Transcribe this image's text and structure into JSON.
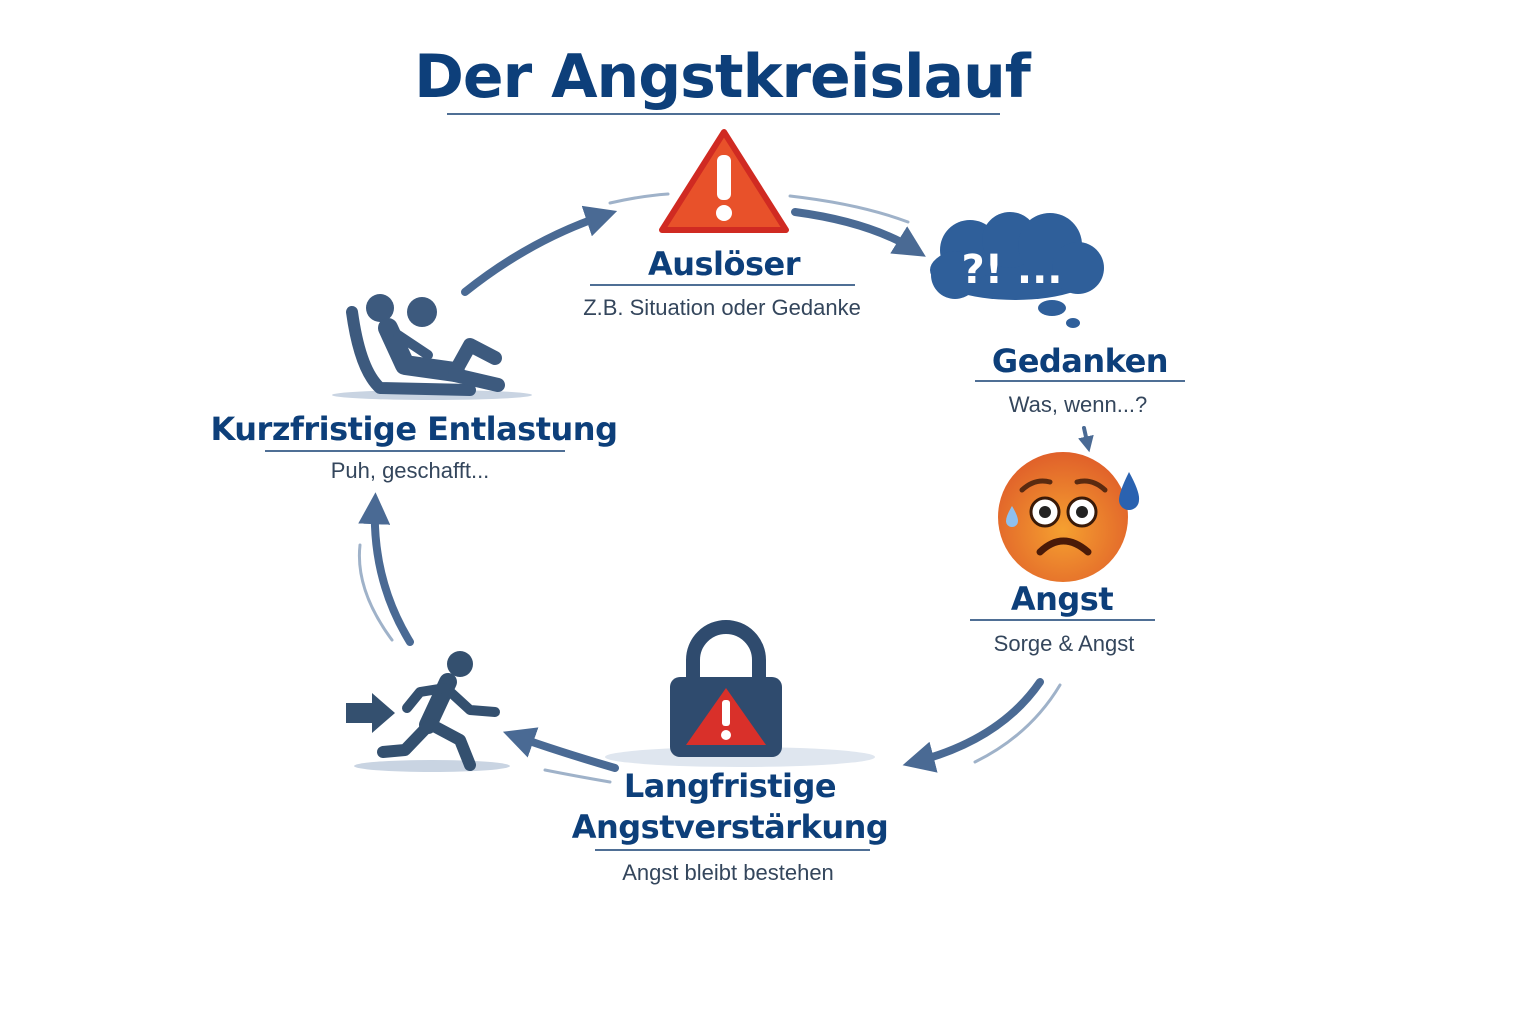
{
  "title": "Der Angstkreislauf",
  "nodes": {
    "trigger": {
      "label": "Auslöser",
      "subtitle": "Z.B. Situation oder Gedanke",
      "icon": "warning-triangle-icon"
    },
    "thoughts": {
      "label": "Gedanken",
      "subtitle": "Was, wenn...?",
      "icon": "thought-cloud-icon",
      "cloud_text": "?! ..."
    },
    "fear": {
      "label": "Angst",
      "subtitle": "Sorge & Angst",
      "icon": "anxious-face-icon"
    },
    "reinforcement": {
      "label_line1": "Langfristige",
      "label_line2": "Angstverstärkung",
      "subtitle": "Angst bleibt bestehen",
      "icon": "padlock-warning-icon"
    },
    "avoidance": {
      "icon": "running-person-icon"
    },
    "relief": {
      "label": "Kurzfristige Entlastung",
      "subtitle": "Puh, geschafft...",
      "icon": "reclining-person-icon"
    }
  },
  "colors": {
    "primary": "#0d3f7a",
    "arrow": "#4a6a94",
    "warning": "#e8512a",
    "face": "#f08a2a"
  }
}
